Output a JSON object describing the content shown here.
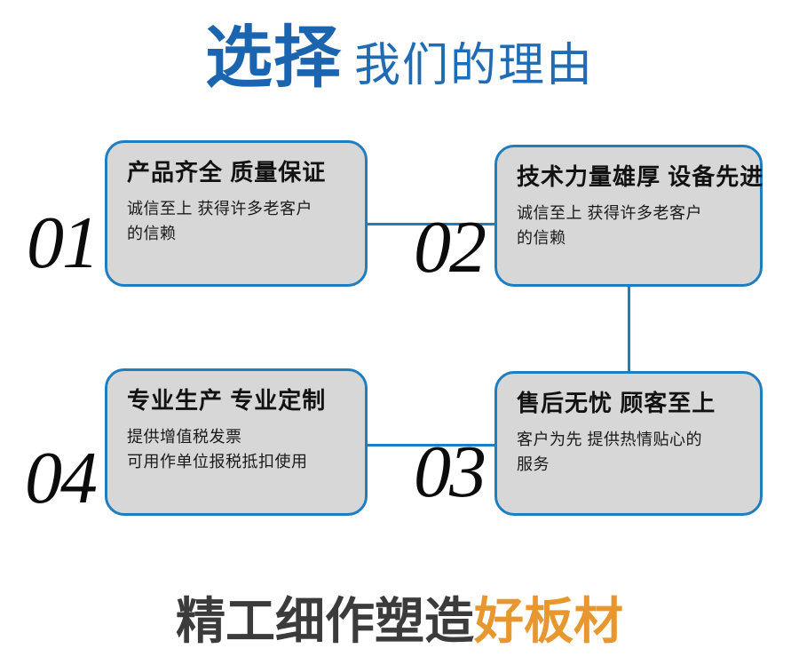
{
  "header": {
    "strong_text": "选择",
    "light_text": "我们的理由",
    "strong_color": "#1a64b0",
    "light_color": "#1f6cb5"
  },
  "colors": {
    "card_border": "#1f7ec0",
    "card_fill": "#d7d7d7",
    "connector": "#1f7ec0",
    "number": "#0b0b0b",
    "accent_orange": "#e8972e",
    "footer_dark": "#3b3b3b",
    "background": "#ffffff"
  },
  "cards": [
    {
      "number": "01",
      "title": "产品齐全 质量保证",
      "body_lines": [
        "诚信至上 获得许多老客户",
        "的信赖"
      ]
    },
    {
      "number": "02",
      "title": "技术力量雄厚 设备先进",
      "body_lines": [
        "诚信至上 获得许多老客户",
        "的信赖"
      ]
    },
    {
      "number": "03",
      "title": "售后无忧 顾客至上",
      "body_lines": [
        "客户为先 提供热情贴心的",
        "服务"
      ]
    },
    {
      "number": "04",
      "title": "专业生产 专业定制",
      "body_lines": [
        "提供增值税发票",
        "可用作单位报税抵扣使用"
      ]
    }
  ],
  "footer": {
    "dark_text": "精工细作塑造",
    "accent_text": "好板材"
  }
}
